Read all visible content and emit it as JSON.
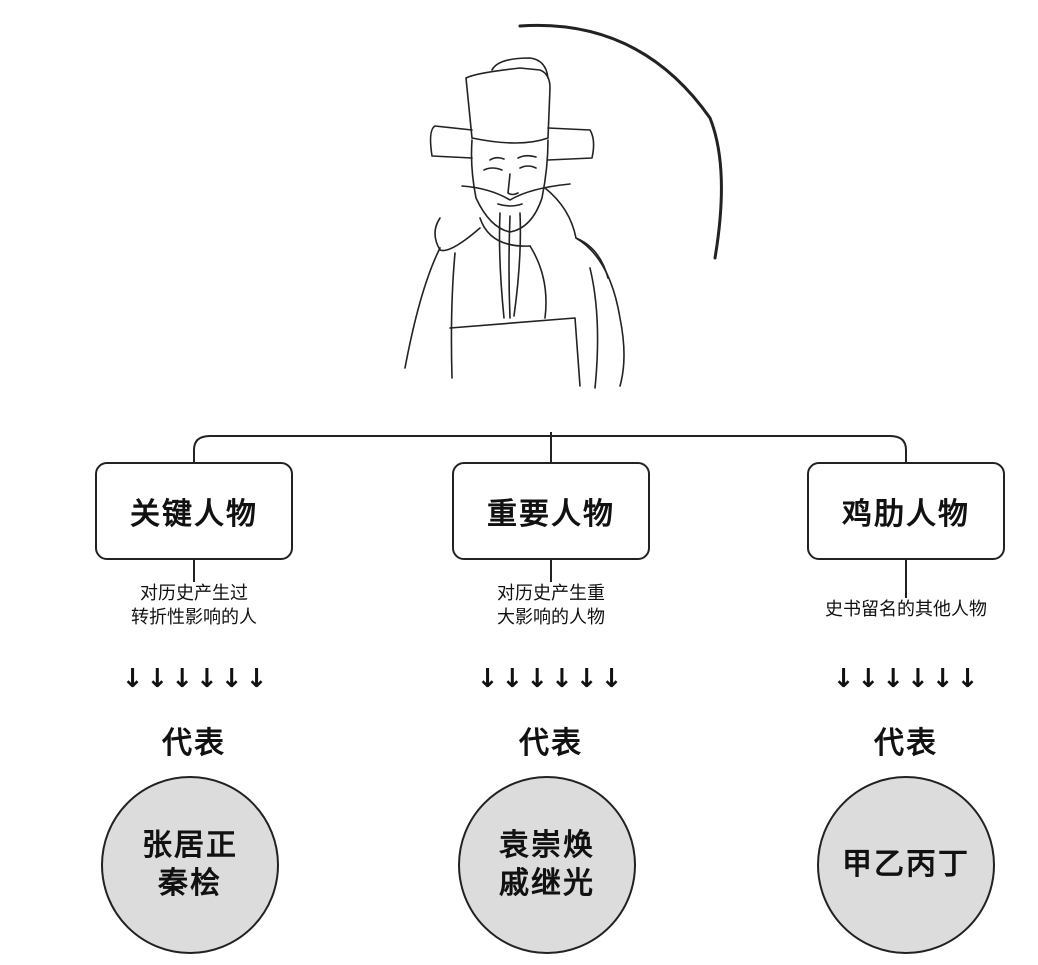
{
  "categories": [
    {
      "title": "关键人物",
      "description": [
        "对历史产生过",
        "转折性影响的人"
      ],
      "arrows": "↓↓↓↓↓↓",
      "rep_label": "代表",
      "examples": [
        "张居正",
        "秦桧"
      ]
    },
    {
      "title": "重要人物",
      "description": [
        "对历史产生重",
        "大影响的人物"
      ],
      "arrows": "↓↓↓↓↓↓",
      "rep_label": "代表",
      "examples": [
        "袁崇焕",
        "戚继光"
      ]
    },
    {
      "title": "鸡肋人物",
      "description": [
        "史书留名的其他人物"
      ],
      "arrows": "↓↓↓↓↓↓",
      "rep_label": "代表",
      "examples": [
        "甲乙丙丁"
      ]
    }
  ],
  "colors": {
    "line": "#222222",
    "circle_fill": "#dcdcdc",
    "box_fill": "#ffffff"
  }
}
